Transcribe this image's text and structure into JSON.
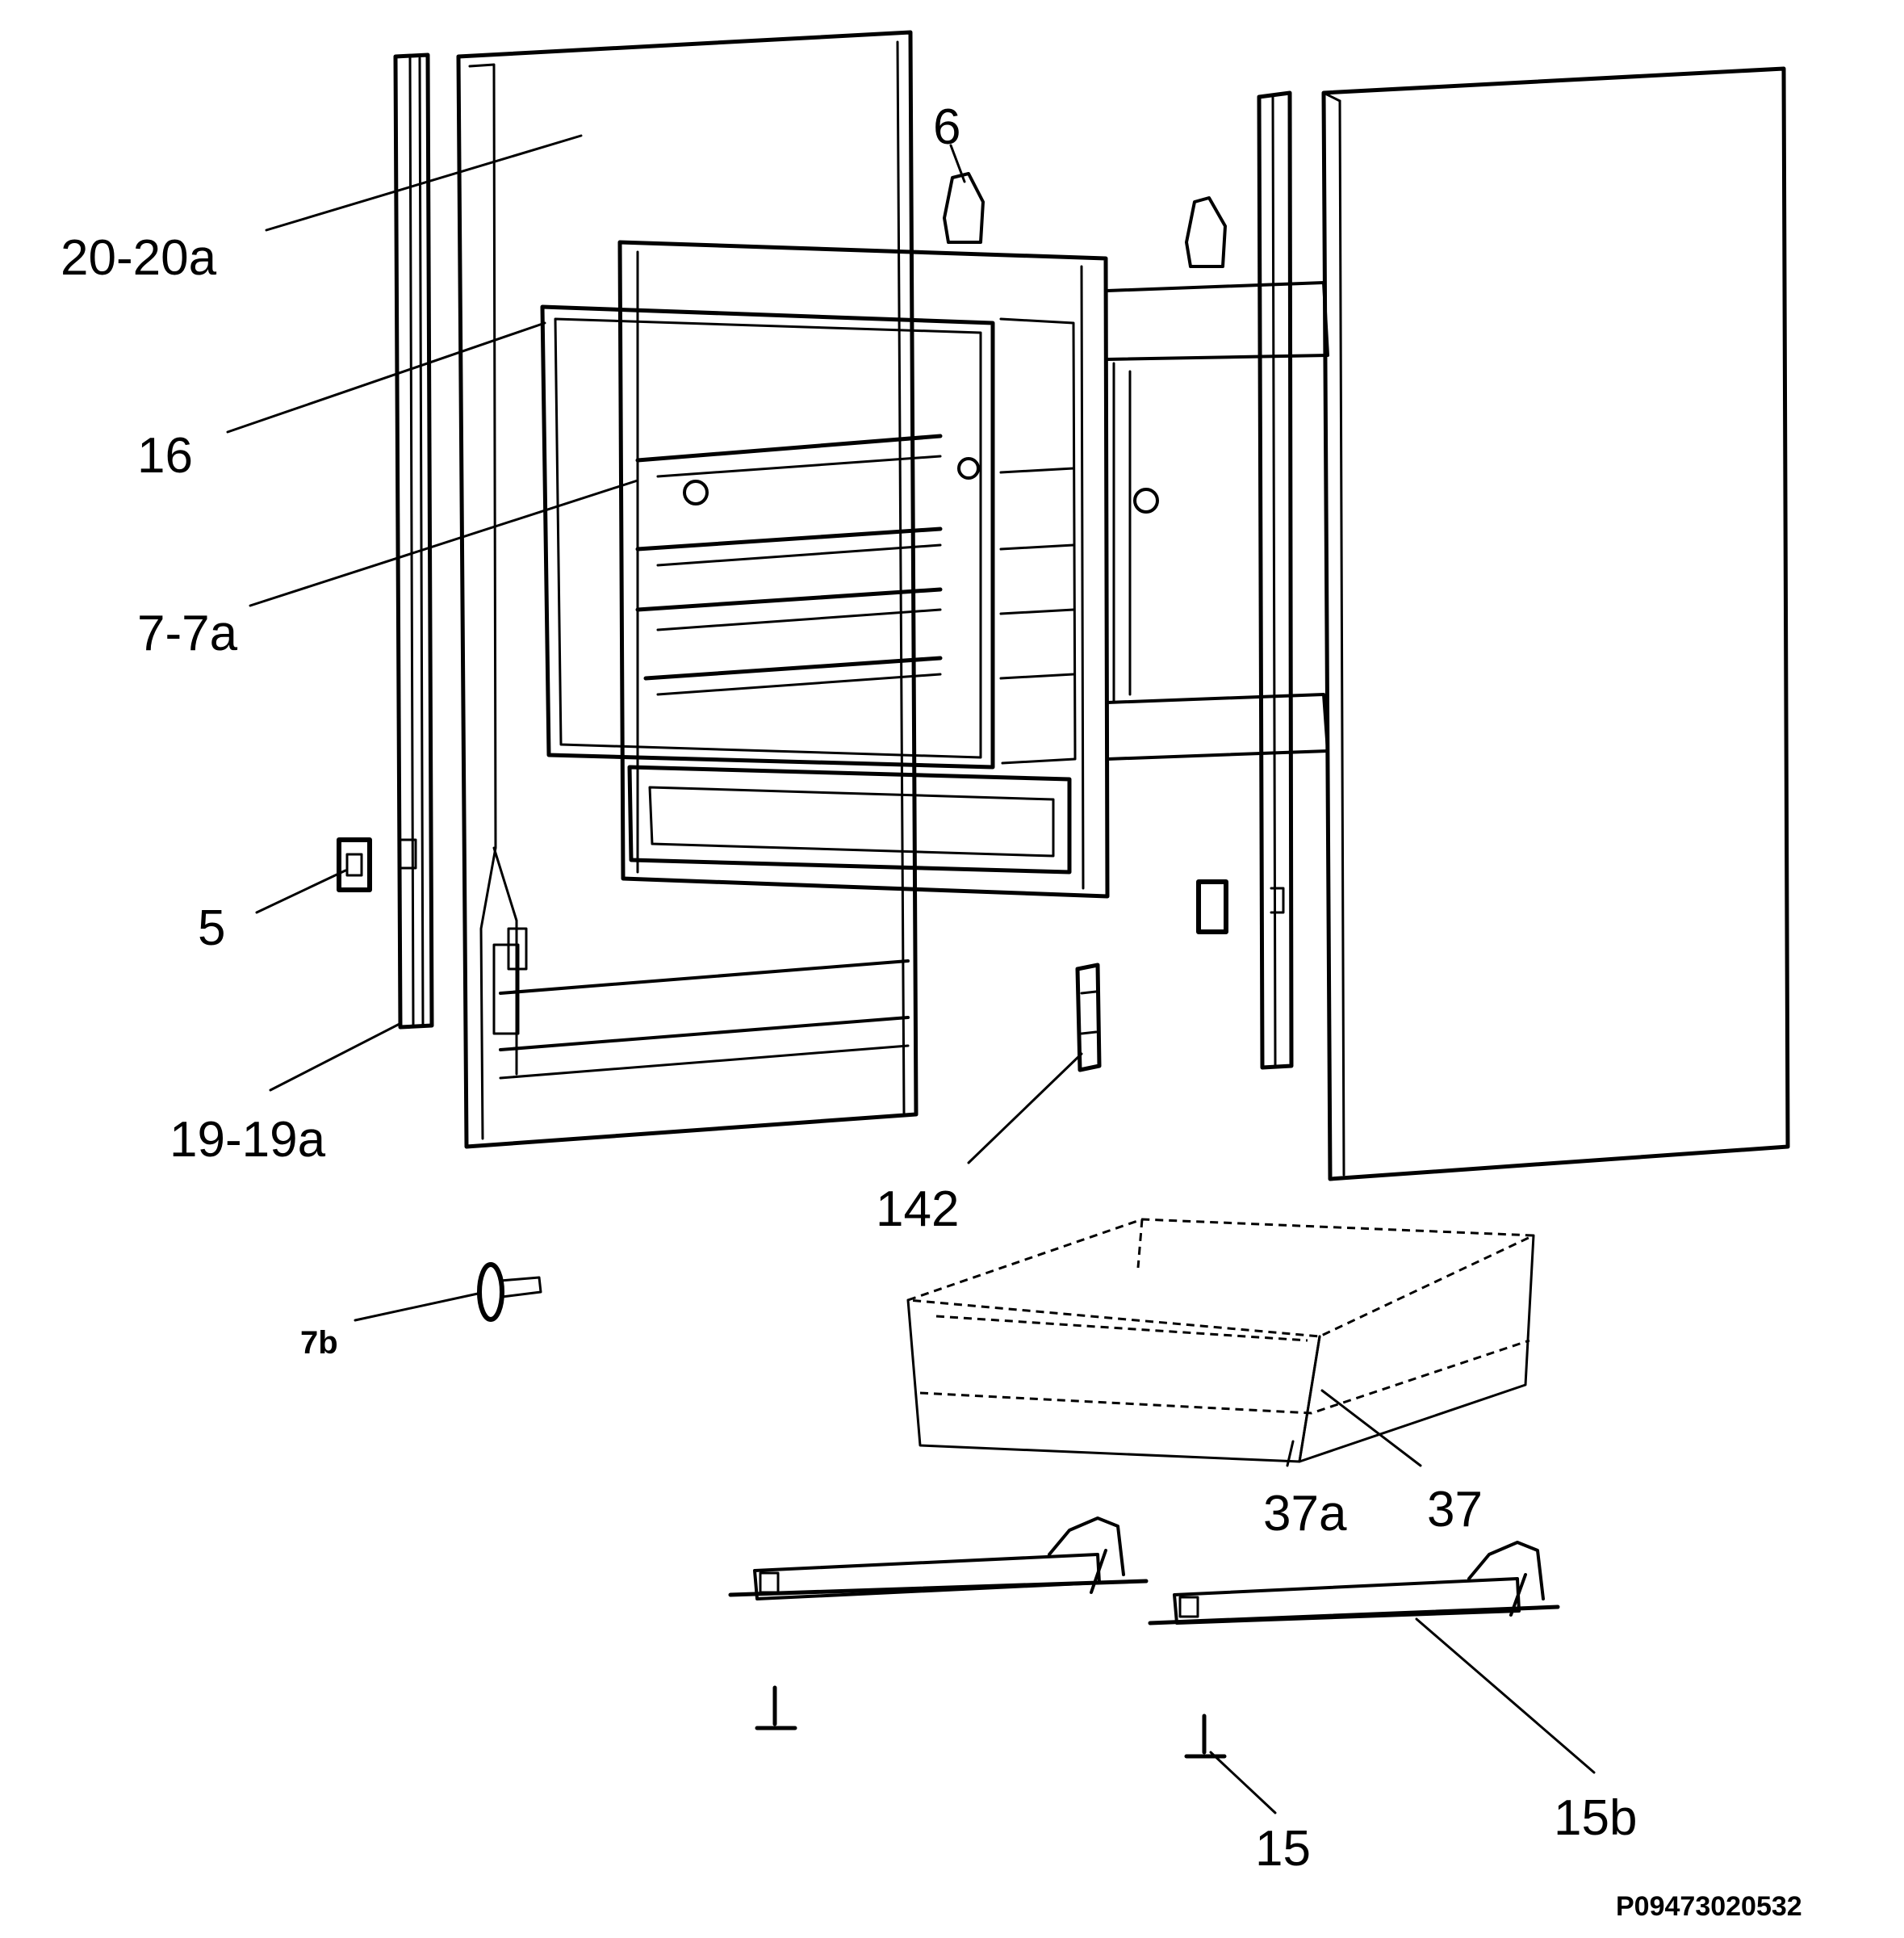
{
  "labels": {
    "20_20a": "20-20a",
    "16": "16",
    "7_7a": "7-7a",
    "5": "5",
    "19_19a": "19-19a",
    "6": "6",
    "142": "142",
    "7b": "7b",
    "37": "37",
    "37a": "37a",
    "15b": "15b",
    "15": "15"
  },
  "reference_code": "P09473020532"
}
